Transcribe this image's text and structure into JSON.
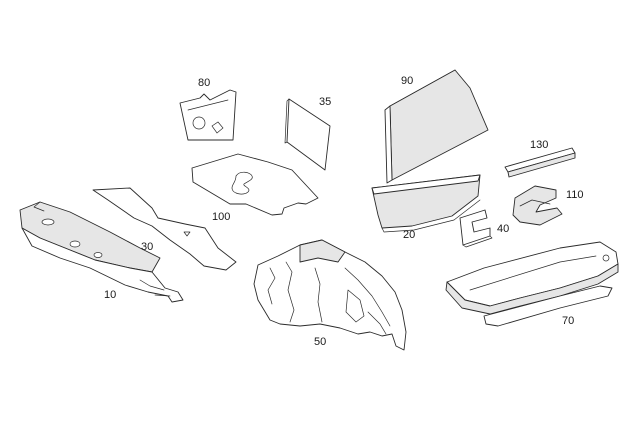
{
  "diagram": {
    "parts": [
      {
        "id": "p10",
        "label": "10",
        "icon": "dash-insulation-mat"
      },
      {
        "id": "p20",
        "label": "20",
        "icon": "curved-panel-insulation"
      },
      {
        "id": "p30",
        "label": "30",
        "icon": "long-strip-insulation"
      },
      {
        "id": "p35",
        "label": "35",
        "icon": "square-pad"
      },
      {
        "id": "p40",
        "label": "40",
        "icon": "c-shaped-pad"
      },
      {
        "id": "p50",
        "label": "50",
        "icon": "wheel-housing-liner"
      },
      {
        "id": "p70",
        "label": "70",
        "icon": "floor-tray-insulation"
      },
      {
        "id": "p80",
        "label": "80",
        "icon": "panel-with-cutouts"
      },
      {
        "id": "p90",
        "label": "90",
        "icon": "large-wedge-pad"
      },
      {
        "id": "p100",
        "label": "100",
        "icon": "flat-mat-with-cutout"
      },
      {
        "id": "p110",
        "label": "110",
        "icon": "bent-clip-pad"
      },
      {
        "id": "p130",
        "label": "130",
        "icon": "thin-bar-pad"
      }
    ]
  }
}
